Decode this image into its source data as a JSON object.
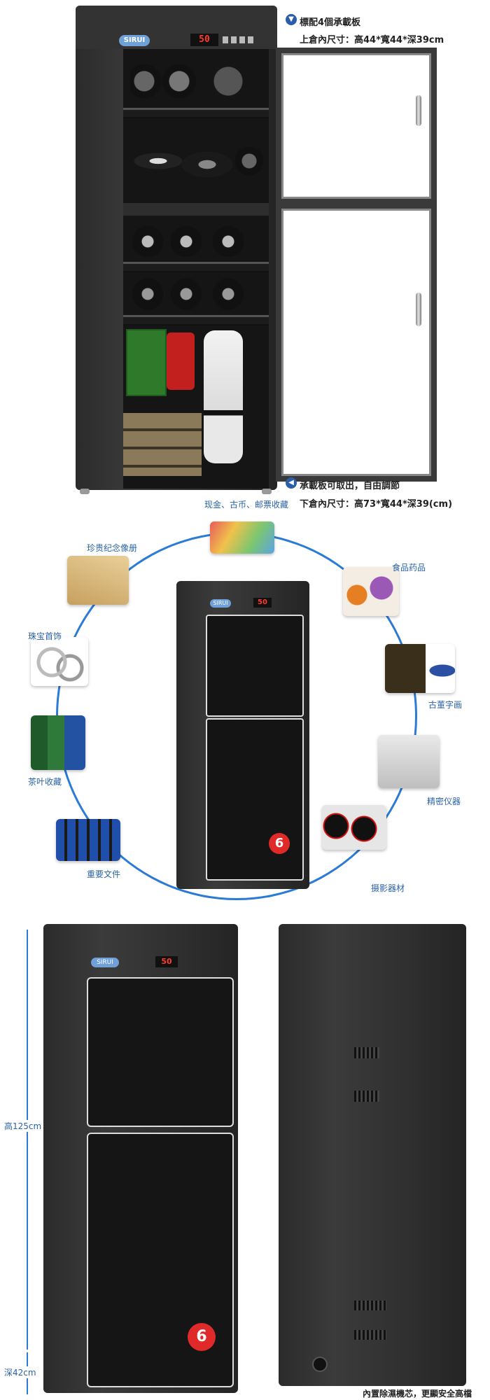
{
  "section1": {
    "brand": "SIRUI",
    "display": "50",
    "callout_top": "標配4個承載板",
    "upper_dims": "上倉內尺寸：高44*寬44*深39cm",
    "callout_bottom": "承載板可取出，自由調節",
    "lower_dims": "下倉內尺寸：高73*寬44*深39(cm)"
  },
  "section2": {
    "center_brand": "SIRUI",
    "center_display": "50",
    "badge": "6",
    "items": [
      {
        "label": "现金、古币、邮票收藏",
        "icon": "banknotes-icon"
      },
      {
        "label": "食品药品",
        "icon": "medicine-bottles-icon"
      },
      {
        "label": "古董字画",
        "icon": "vase-scroll-icon"
      },
      {
        "label": "精密仪器",
        "icon": "microscope-icon"
      },
      {
        "label": "摄影器材",
        "icon": "camera-lens-icon"
      },
      {
        "label": "重要文件",
        "icon": "file-folders-icon"
      },
      {
        "label": "茶叶收藏",
        "icon": "tea-cans-icon"
      },
      {
        "label": "珠宝首饰",
        "icon": "rings-icon"
      },
      {
        "label": "珍贵纪念像册",
        "icon": "photo-album-icon"
      }
    ]
  },
  "section3": {
    "brand": "SIRUI",
    "display": "50",
    "badge": "6",
    "height_label": "高125cm",
    "depth_label": "深42cm",
    "bottom_note": "內置除濕機芯，更顯安全高檔"
  }
}
